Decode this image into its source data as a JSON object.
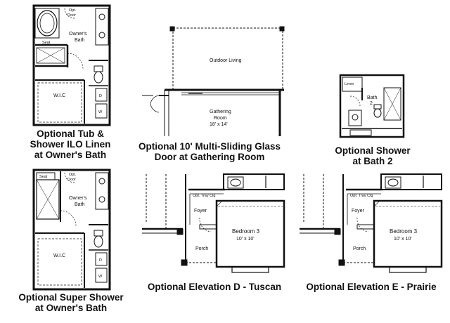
{
  "panels": [
    {
      "caption_lines": [
        "Optional Tub &",
        "Shower ILO Linen",
        "at Owner's Bath"
      ],
      "labels": {
        "door": [
          "Opt.",
          "Door"
        ],
        "bath": [
          "Owner's",
          "Bath"
        ],
        "seat": "Seat",
        "wic": "W.I.C",
        "d": "D",
        "w": "W"
      }
    },
    {
      "caption_lines": [
        "Optional 10' Multi-Sliding Glass",
        "Door at Gathering Room"
      ],
      "labels": {
        "outdoor": "Outdoor Living",
        "room": [
          "Gathering",
          "Room",
          "18' x 14'"
        ]
      }
    },
    {
      "caption_lines": [
        "Optional Shower",
        "at Bath 2"
      ],
      "labels": {
        "linen": "Linen",
        "bath": [
          "Bath",
          "2"
        ]
      }
    },
    {
      "caption_lines": [
        "Optional Super Shower",
        "at Owner's Bath"
      ],
      "labels": {
        "seat": "Seat",
        "door": [
          "Opt.",
          "Door"
        ],
        "bath": [
          "Owner's",
          "Bath"
        ],
        "wic": "W.I.C",
        "d": "D",
        "w": "W"
      }
    },
    {
      "caption_lines": [
        "Optional Elevation D - Tuscan"
      ],
      "labels": {
        "tray": "Opt. Tray Clg",
        "foyer": "Foyer",
        "porch": "Porch",
        "bedroom": [
          "Bedroom 3",
          "10' x 10'"
        ]
      }
    },
    {
      "caption_lines": [
        "Optional Elevation E - Prairie"
      ],
      "labels": {
        "tray": "Opt. Tray Clg",
        "foyer": "Foyer",
        "porch": "Porch",
        "bedroom": [
          "Bedroom 3",
          "10' x 10'"
        ]
      }
    }
  ]
}
